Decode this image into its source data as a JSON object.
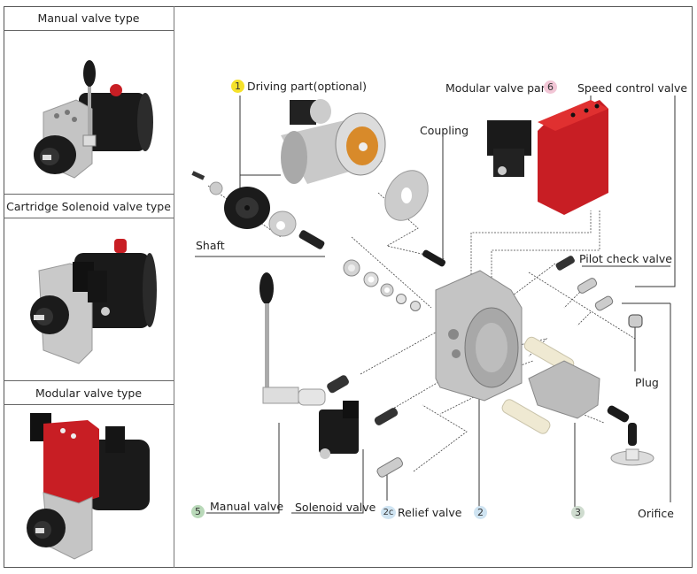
{
  "left_panel": {
    "types": [
      {
        "title": "Manual valve type",
        "image": "manual-valve-power-unit"
      },
      {
        "title": "Cartridge Solenoid valve type",
        "image": "cartridge-solenoid-power-unit"
      },
      {
        "title": "Modular valve type",
        "image": "modular-valve-power-unit"
      }
    ]
  },
  "diagram": {
    "labels": {
      "driving_part": "Driving part(optional)",
      "modular_valve_part": "Modular valve part",
      "speed_control_valve": "Speed control valve",
      "coupling": "Coupling",
      "shaft": "Shaft",
      "pilot_check_valve": "Pilot check valve",
      "plug": "Plug",
      "manual_valve": "Manual valve",
      "solenoid_valve": "Solenoid valve",
      "relief_valve": "Relief valve",
      "orifice": "Orifice"
    },
    "badges": {
      "driving_part": {
        "text": "1",
        "color": "#f5e12a"
      },
      "modular_valve_part": {
        "text": "6",
        "color": "#f2c6d6"
      },
      "manual_valve": {
        "text": "5",
        "color": "#b9d9b9"
      },
      "relief_valve": {
        "text": "2c",
        "color": "#cfe4f2"
      },
      "housing": {
        "text": "2",
        "color": "#cfe4f2"
      },
      "pump": {
        "text": "3",
        "color": "#cfdccf"
      }
    },
    "colors": {
      "red_block": "#c81e24",
      "black_part": "#1b1b1b",
      "aluminum": "#b8b8b8",
      "copper": "#d88a2a",
      "cream": "#efe9d2",
      "leader_line": "#333333"
    }
  }
}
